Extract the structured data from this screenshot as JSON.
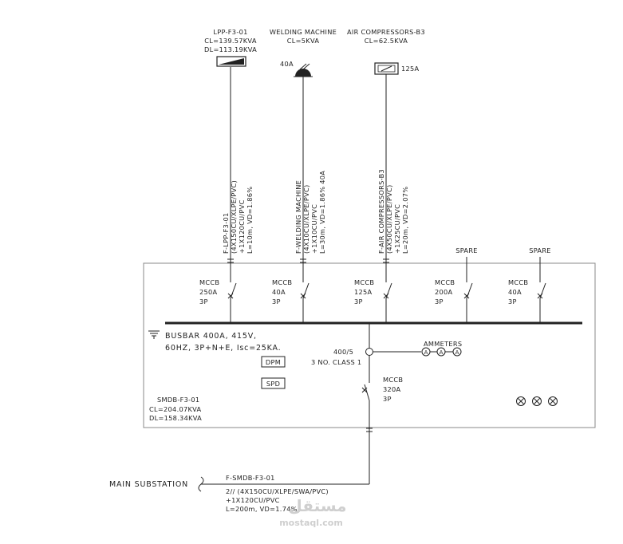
{
  "loads": {
    "lpp": {
      "name": "LPP-F3-01",
      "cl": "CL=139.57KVA",
      "dl": "DL=113.19KVA"
    },
    "welding": {
      "name": "WELDING MACHINE",
      "cl": "CL=5KVA",
      "rating": "40A"
    },
    "air": {
      "name": "AIR COMPRESSORS-B3",
      "cl": "CL=62.5KVA",
      "rating": "125A"
    }
  },
  "feeders": {
    "lpp": [
      "F-LPP-F3-01",
      "(4X150CU/XLPE/PVC)",
      "+1X120CU/PVC",
      "L=10m, VD=1.86%"
    ],
    "welding": [
      "F-WELDING MACHINE",
      "(4X10CU/XLPE/PVC)",
      "+1X10CU/PVC",
      "L=30m, VD=1.86% 40A"
    ],
    "air": [
      "F-AIR COMPRESSORS-B3",
      "(4X50CU/XLPE/PVC)",
      "+1X25CU/PVC",
      "L=20m, VD=2.07%"
    ]
  },
  "spare_label": "SPARE",
  "breakers": [
    {
      "type": "MCCB",
      "rating": "250A",
      "poles": "3P"
    },
    {
      "type": "MCCB",
      "rating": "40A",
      "poles": "3P"
    },
    {
      "type": "MCCB",
      "rating": "125A",
      "poles": "3P"
    },
    {
      "type": "MCCB",
      "rating": "200A",
      "poles": "3P"
    },
    {
      "type": "MCCB",
      "rating": "40A",
      "poles": "3P"
    }
  ],
  "busbar": {
    "line1": "BUSBAR 400A, 415V,",
    "line2": "60HZ, 3P+N+E, Isc=25KA."
  },
  "ct": {
    "ratio": "400/5",
    "desc": "3 NO. CLASS 1"
  },
  "ammeters_label": "AMMETERS",
  "ammeter_symbol": "A",
  "dpm_label": "DPM",
  "spd_label": "SPD",
  "incomer": {
    "type": "MCCB",
    "rating": "320A",
    "poles": "3P"
  },
  "board": {
    "name": "SMDB-F3-01",
    "cl": "CL=204.07KVA",
    "dl": "DL=158.34KVA"
  },
  "main_substation": "MAIN SUBSTATION",
  "incoming_feeder": [
    "F-SMDB-F3-01",
    "2// (4X150CU/XLPE/SWA/PVC)",
    "+1X120CU/PVC",
    "L=200m, VD=1.74%"
  ],
  "watermark": {
    "arabic": "مستقل",
    "latin": "mostaql.com"
  },
  "colors": {
    "line": "#222222",
    "frame": "#888888",
    "watermark": "#cfcfcf"
  }
}
